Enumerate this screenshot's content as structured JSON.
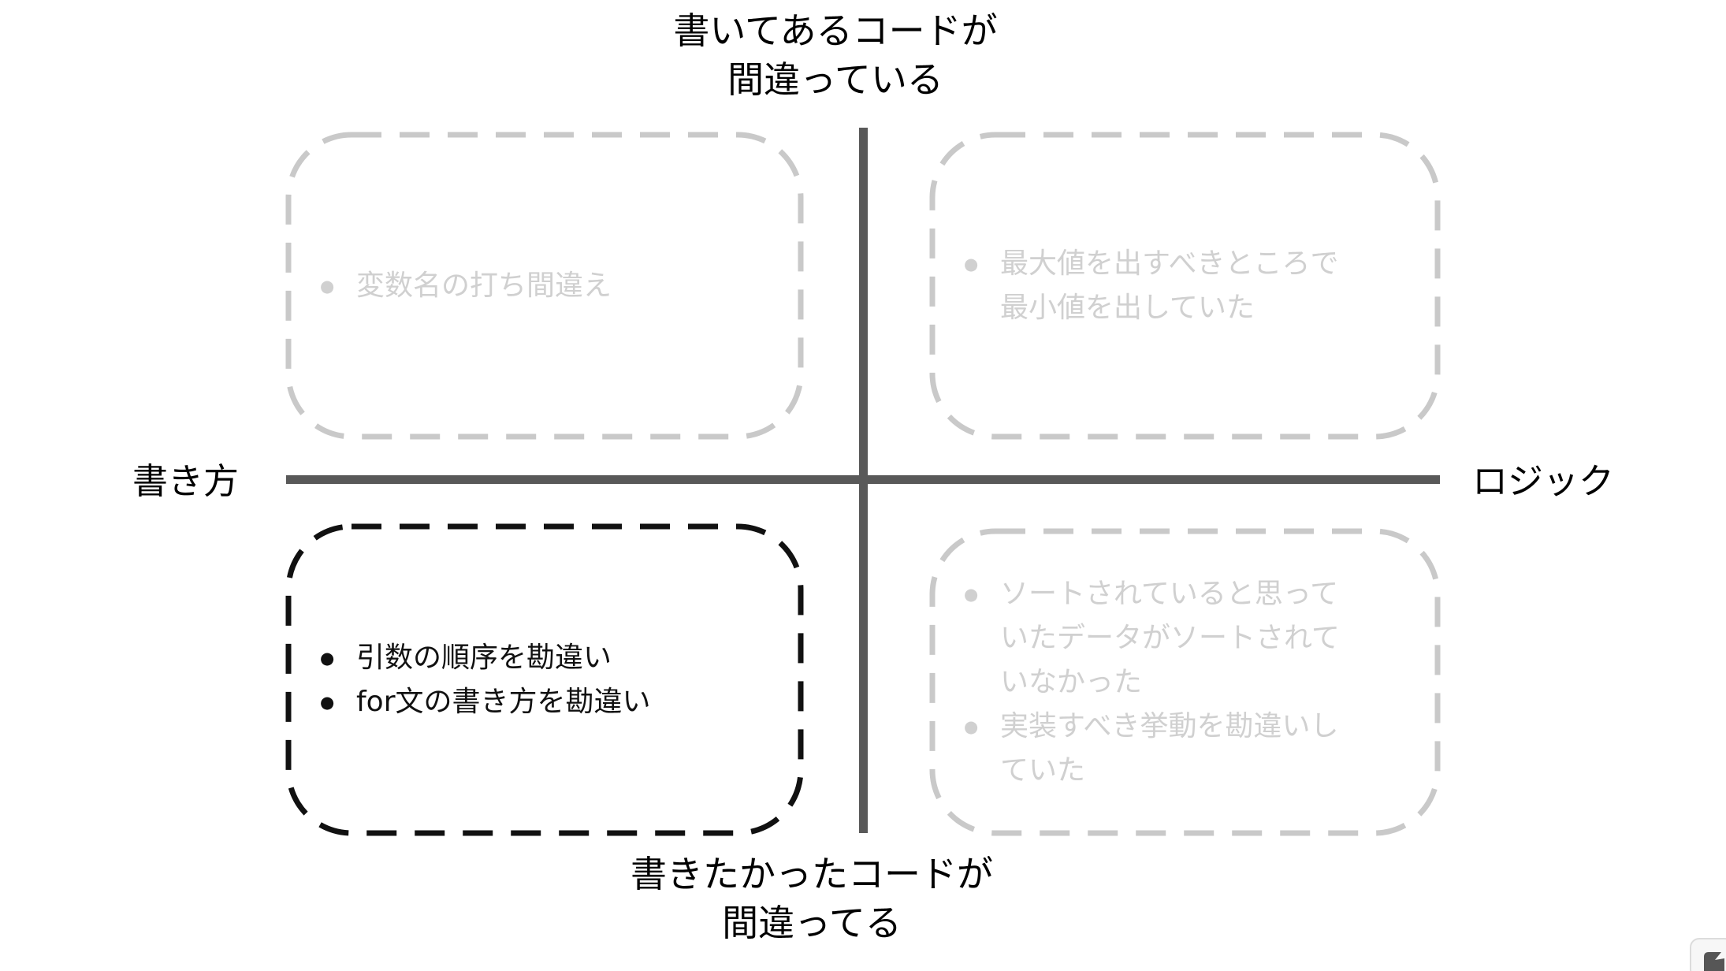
{
  "diagram": {
    "top_title": [
      "書いてあるコードが",
      "間違っている"
    ],
    "bottom_title": [
      "書きたかったコードが",
      "間違ってる"
    ],
    "left_axis_label": "書き方",
    "right_axis_label": "ロジック",
    "bullet_glyph": "●",
    "quadrants": {
      "top_left": {
        "state": "inactive",
        "items": [
          "変数名の打ち間違え"
        ]
      },
      "top_right": {
        "state": "inactive",
        "items": [
          "最大値を出すべきところで最小値を出していた"
        ]
      },
      "bottom_left": {
        "state": "active",
        "items": [
          "引数の順序を勘違い",
          "for文の書き方を勘違い"
        ]
      },
      "bottom_right": {
        "state": "inactive",
        "items": [
          "ソートされていると思っていたデータがソートされていなかった",
          "実装すべき挙動を勘違いしていた"
        ]
      }
    },
    "colors": {
      "axis_line": "#595959",
      "inactive_border": "#c9c9c9",
      "inactive_text": "#d0d0d0",
      "active_border": "#111111",
      "active_text": "#111111",
      "background": "#ffffff"
    }
  }
}
